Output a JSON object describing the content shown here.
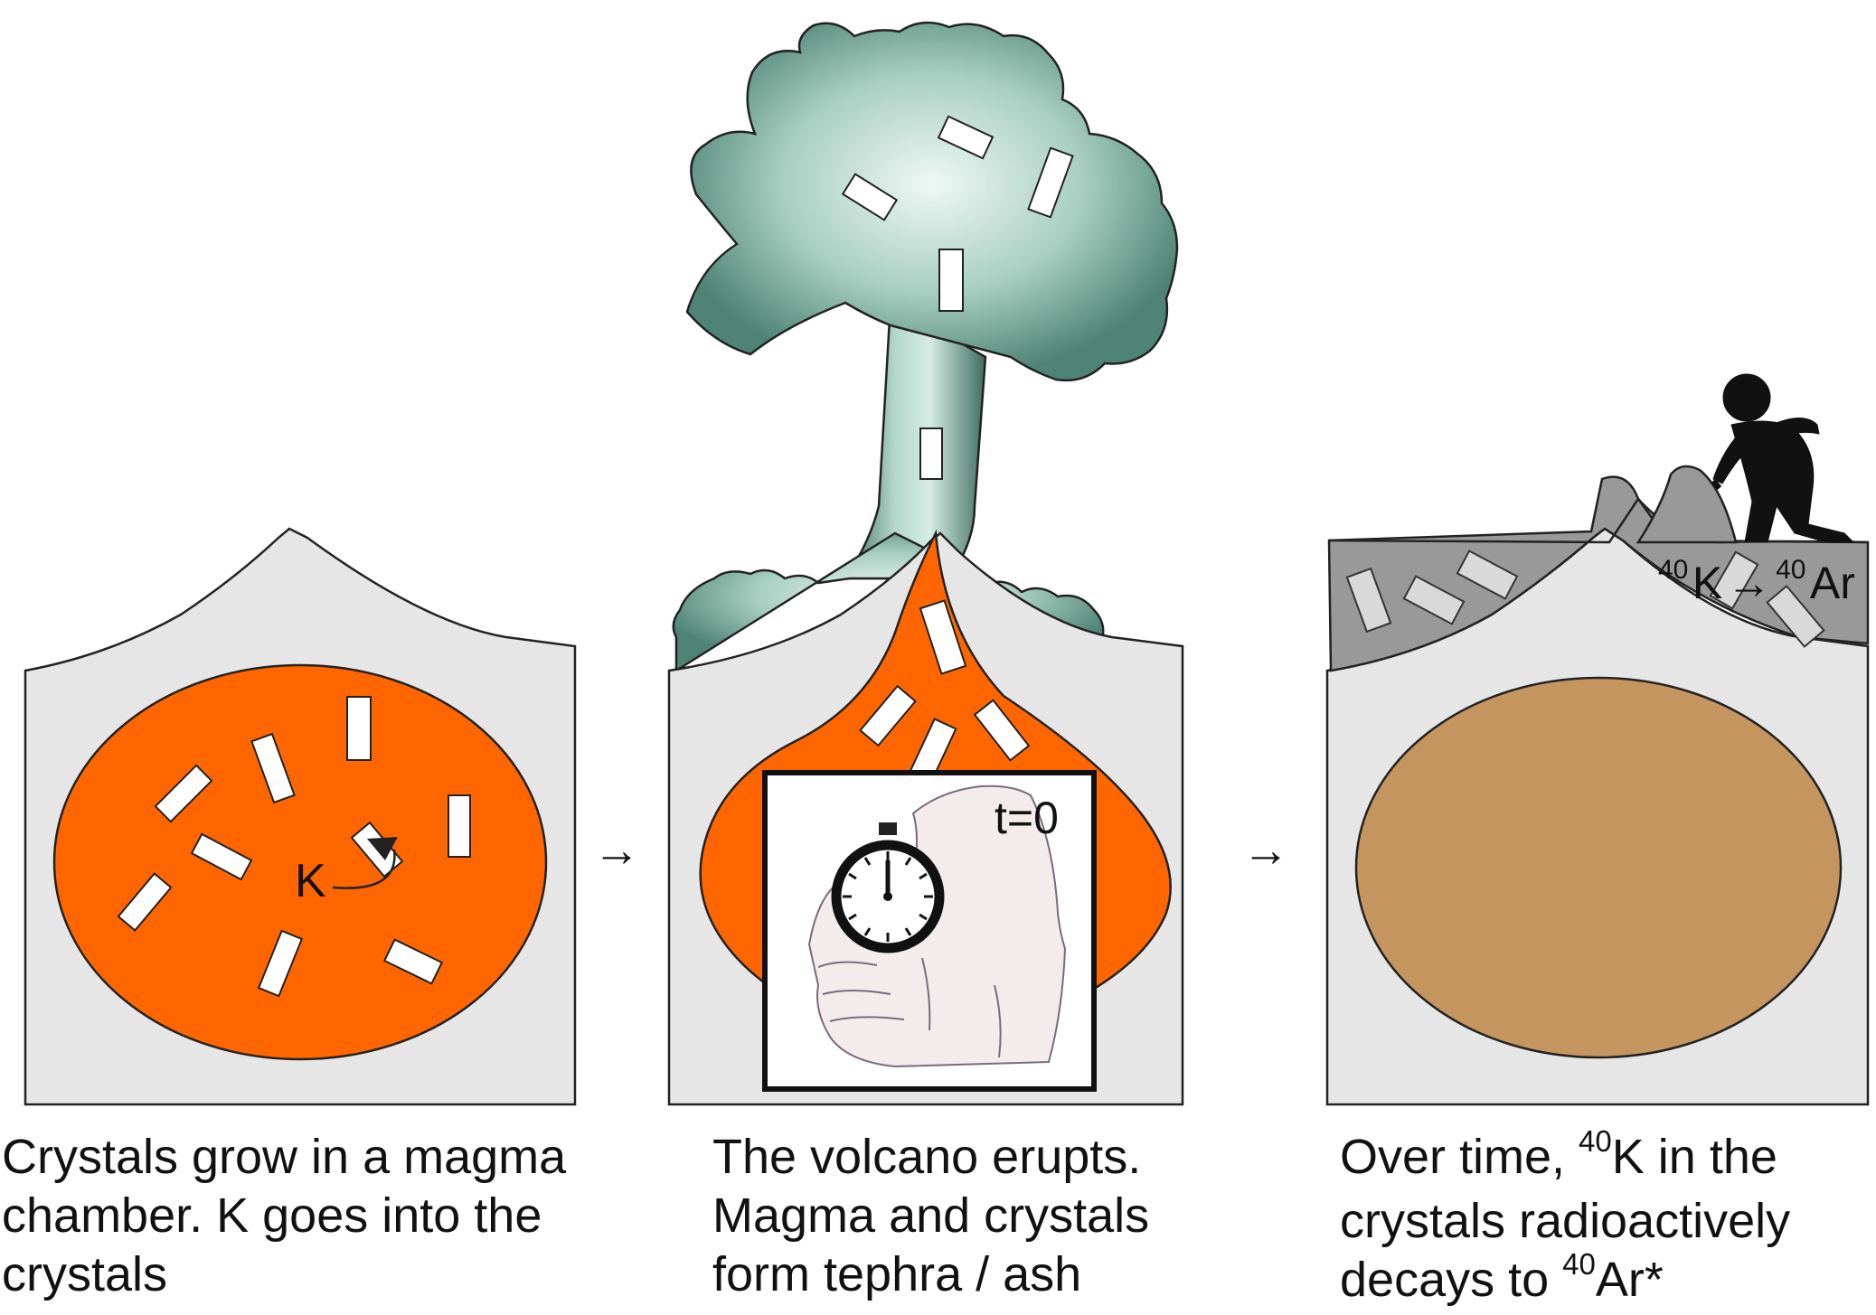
{
  "panels": [
    {
      "caption_lines": [
        "Crystals grow in a magma",
        "chamber. K goes into the",
        "crystals"
      ],
      "k_label": "K"
    },
    {
      "caption_lines": [
        "The volcano erupts.",
        "Magma and crystals",
        "form tephra / ash"
      ],
      "timer_label": "t=0"
    },
    {
      "caption_line1_before": "Over time, ",
      "caption_line1_sup": "40",
      "caption_line1_after": "K in the",
      "caption_line2": "crystals radioactively",
      "caption_line3_before": "decays to ",
      "caption_line3_sup": "40",
      "caption_line3_after": "Ar*",
      "decay_sup_k": "40",
      "decay_k": "K",
      "decay_arrow": "→",
      "decay_sup_ar": "40",
      "decay_ar": "Ar"
    }
  ],
  "flow_arrows": [
    "→",
    "→"
  ],
  "colors": {
    "magma": "#ff6600",
    "cooled_chamber": "#c4955f",
    "rock": "#e6e6e6",
    "tephra_layer": "#999999",
    "ash_cloud": "#7fb0a0",
    "hand": "#f4ecea"
  }
}
